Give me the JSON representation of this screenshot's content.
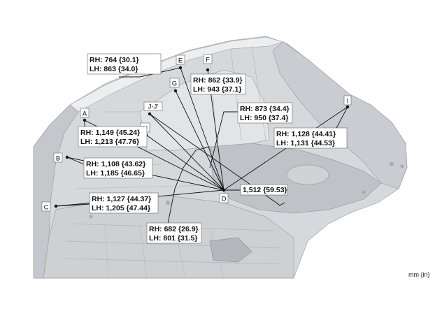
{
  "diagram": {
    "points": {
      "A": "A",
      "B": "B",
      "C": "C",
      "D": "D",
      "E": "E",
      "F": "F",
      "G": "G",
      "H": "H",
      "I": "I",
      "JJ": "J-J'"
    },
    "labels": {
      "e_rh": "RH: 764 {30.1}",
      "e_lh": "LH: 863 {34.0}",
      "f_rh": "RH: 862 {33.9}",
      "f_lh": "LH: 943 {37.1}",
      "g_rh": "RH: 873 {34.4}",
      "g_lh": "LH: 950 {37.4}",
      "a_rh": "RH: 1,149 {45.24}",
      "a_lh": "LH: 1,213 {47.76}",
      "b_rh": "RH: 1,108 {43.62}",
      "b_lh": "LH: 1,185 {46.65}",
      "i_rh": "RH: 1,128 {44.41}",
      "i_lh": "LH: 1,131 {44.53}",
      "c_rh": "RH: 1,127 {44.37}",
      "c_lh": "LH: 1,205 {47.44}",
      "h_rh": "RH: 682 {26.9}",
      "h_lh": "LH: 801 {31.5}",
      "jj": "1,512 {59.53}"
    },
    "unit": "mm {in}"
  }
}
